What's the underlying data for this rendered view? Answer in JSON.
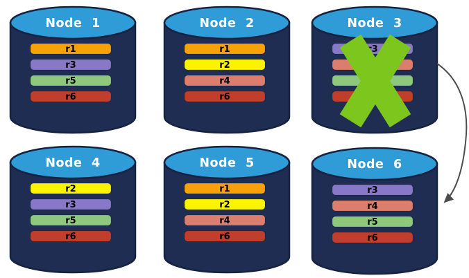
{
  "diagram": {
    "background_color": "#FFFFFF",
    "node_body_color": "#1F2D52",
    "node_border_color": "#152340",
    "node_top_color": "#2F9CD8",
    "node_title_color": "#FFFFFF",
    "bar_label_color": "#000000",
    "nodes": [
      {
        "name": "Node 1",
        "failed": false,
        "replicas": [
          {
            "label": "r1",
            "color": "#F8A208"
          },
          {
            "label": "r3",
            "color": "#8878C8"
          },
          {
            "label": "r5",
            "color": "#8DC87D"
          },
          {
            "label": "r6",
            "color": "#C23E2C"
          }
        ]
      },
      {
        "name": "Node 2",
        "failed": false,
        "replicas": [
          {
            "label": "r1",
            "color": "#F8A208"
          },
          {
            "label": "r2",
            "color": "#FBF400"
          },
          {
            "label": "r4",
            "color": "#DB7E6E"
          },
          {
            "label": "r6",
            "color": "#C23E2C"
          }
        ]
      },
      {
        "name": "Node 3",
        "failed": true,
        "replicas": [
          {
            "label": "r3",
            "color": "#8878C8"
          },
          {
            "label": "r4",
            "color": "#DB7E6E"
          },
          {
            "label": "r5",
            "color": "#8DC87D"
          },
          {
            "label": "r6",
            "color": "#C23E2C"
          }
        ]
      },
      {
        "name": "Node 4",
        "failed": false,
        "replicas": [
          {
            "label": "r2",
            "color": "#FBF400"
          },
          {
            "label": "r3",
            "color": "#8878C8"
          },
          {
            "label": "r5",
            "color": "#8DC87D"
          },
          {
            "label": "r6",
            "color": "#C23E2C"
          }
        ]
      },
      {
        "name": "Node 5",
        "failed": false,
        "replicas": [
          {
            "label": "r1",
            "color": "#F8A208"
          },
          {
            "label": "r2",
            "color": "#FBF400"
          },
          {
            "label": "r4",
            "color": "#DB7E6E"
          },
          {
            "label": "r6",
            "color": "#C23E2C"
          }
        ]
      },
      {
        "name": "Node 6",
        "failed": false,
        "replicas": [
          {
            "label": "r3",
            "color": "#8878C8"
          },
          {
            "label": "r4",
            "color": "#DB7E6E"
          },
          {
            "label": "r5",
            "color": "#8DC87D"
          },
          {
            "label": "r6",
            "color": "#C23E2C"
          }
        ]
      }
    ],
    "x_mark": {
      "on_node": "Node 3",
      "color": "#7CC61E"
    },
    "arrow": {
      "from": "Node 3",
      "to": "Node 6",
      "color": "#4D4D4D"
    }
  }
}
